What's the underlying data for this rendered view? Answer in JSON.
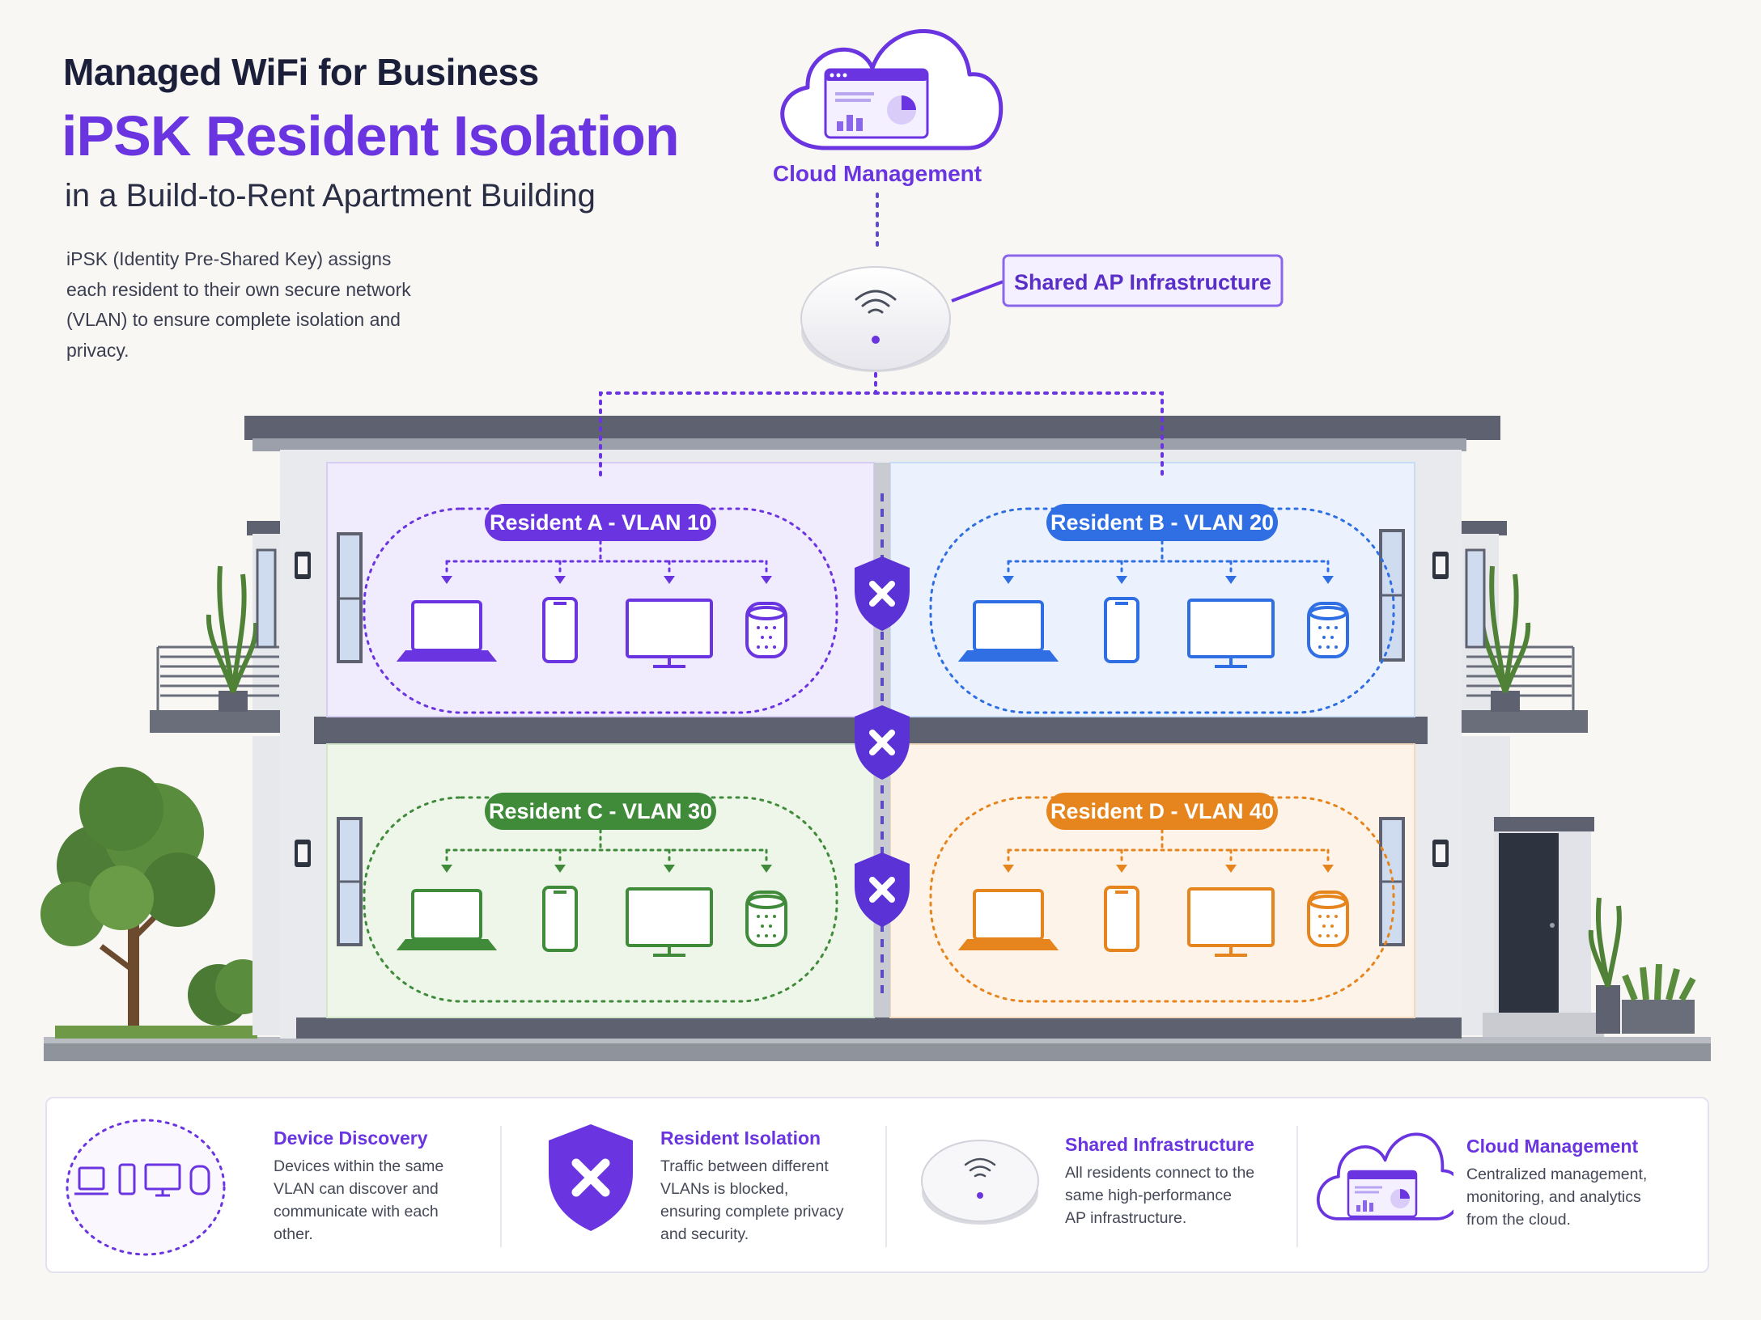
{
  "header": {
    "title": "Managed WiFi for Business",
    "main": "iPSK Resident Isolation",
    "subtitle": "in a Build-to-Rent Apartment Building",
    "description": "iPSK (Identity Pre-Shared Key) assigns each resident to their own secure network (VLAN) to ensure complete isolation and privacy."
  },
  "cloud": {
    "label": "Cloud Management"
  },
  "ap": {
    "callout": "Shared AP Infrastructure"
  },
  "units": [
    {
      "label": "Resident A - VLAN 10",
      "color": "#6a35e0"
    },
    {
      "label": "Resident B - VLAN 20",
      "color": "#2f6ee3"
    },
    {
      "label": "Resident C - VLAN 30",
      "color": "#3f8b3a"
    },
    {
      "label": "Resident D - VLAN 40",
      "color": "#e6851e"
    }
  ],
  "legend": [
    {
      "title": "Device Discovery",
      "text": [
        "Devices within the same",
        "VLAN can discover and",
        "communicate with each",
        "other."
      ]
    },
    {
      "title": "Resident Isolation",
      "text": [
        "Traffic between different",
        "VLANs is blocked,",
        "ensuring complete privacy",
        "and security."
      ]
    },
    {
      "title": "Shared Infrastructure",
      "text": [
        "All residents connect to the",
        "same high-performance",
        "AP infrastructure."
      ]
    },
    {
      "title": "Cloud Management",
      "text": [
        "Centralized management,",
        "monitoring, and analytics",
        "from the cloud."
      ]
    }
  ],
  "icons": [
    "cloud-icon",
    "dashboard-icon",
    "access-point-icon",
    "wifi-icon",
    "shield-x-icon",
    "laptop-icon",
    "phone-icon",
    "monitor-icon",
    "smart-speaker-icon",
    "tree-icon",
    "plant-icon",
    "wall-lamp-icon",
    "door-icon",
    "window-icon"
  ]
}
